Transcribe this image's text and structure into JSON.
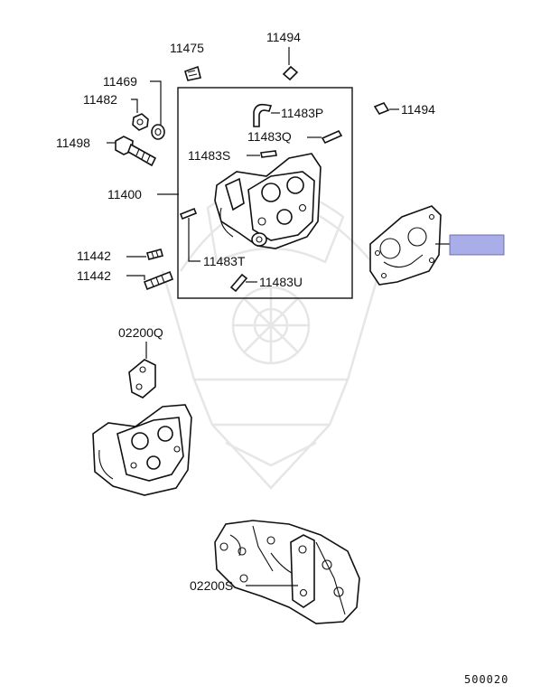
{
  "parts": {
    "p11475": "11475",
    "p11494_top": "11494",
    "p11494_right": "11494",
    "p11469": "11469",
    "p11482": "11482",
    "p11498": "11498",
    "p11483P": "11483P",
    "p11483Q": "11483Q",
    "p11483S": "11483S",
    "p11400": "11400",
    "p11442_a": "11442",
    "p11442_b": "11442",
    "p11483T": "11483T",
    "p11483U": "11483U",
    "p02200Q": "02200Q",
    "p02200S": "02200S"
  },
  "diagram_code": "500020",
  "colors": {
    "highlight": "#aaaee8",
    "line": "#111111",
    "watermark": "#e6e6e6"
  }
}
